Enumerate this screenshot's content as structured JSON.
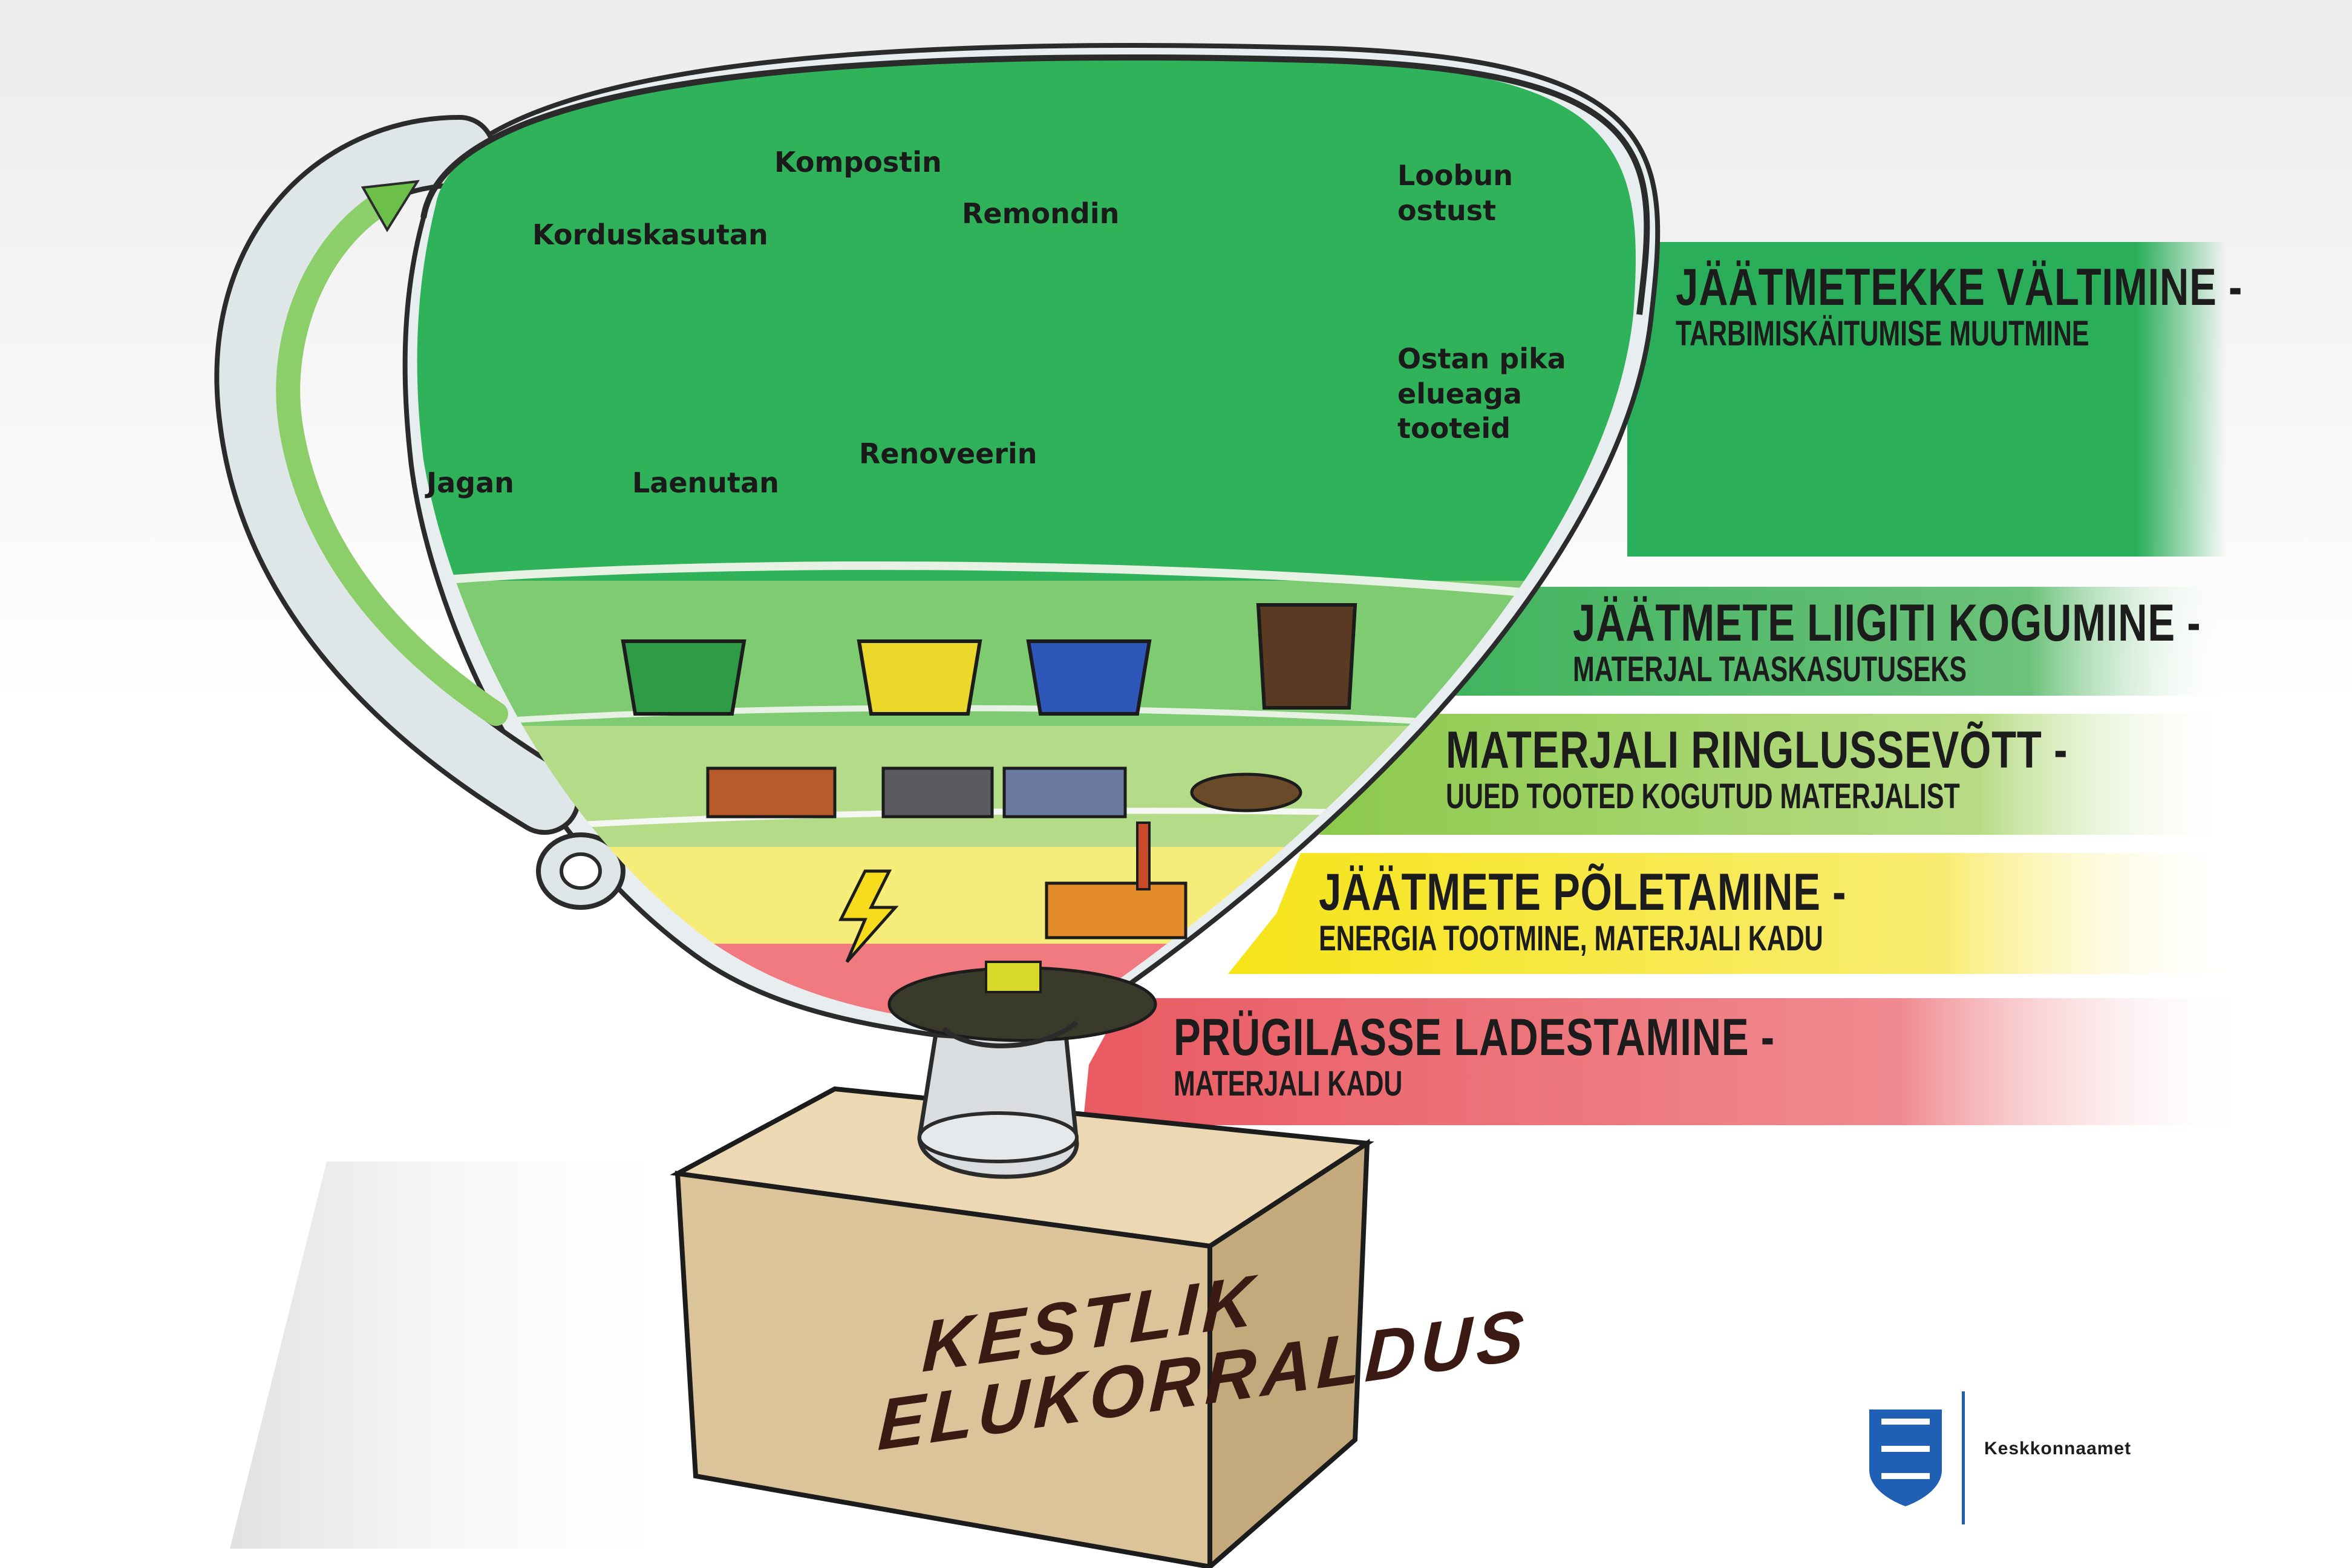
{
  "tiers": [
    {
      "title": "JÄÄTMETEKKE VÄLTIMINE -",
      "subtitle": "TARBIMISKÄITUMISE MUUTMINE",
      "color": "#2aae5a"
    },
    {
      "title": "JÄÄTMETE LIIGITI KOGUMINE -",
      "subtitle": "MATERJAL TAASKASUTUSEKS",
      "color": "#5cbc6a"
    },
    {
      "title": "MATERJALI RINGLUSSEVÕTT -",
      "subtitle": "UUED TOOTED KOGUTUD MATERJALIST",
      "color": "#96cc52"
    },
    {
      "title": "JÄÄTMETE PÕLETAMINE -",
      "subtitle": "ENERGIA TOOTMINE, MATERJALI KADU",
      "color": "#f6e628"
    },
    {
      "title": "PRÜGILASSE LADESTAMINE -",
      "subtitle": "MATERJALI KADU",
      "color": "#ea5a62"
    }
  ],
  "actions": {
    "korduskasutan": "Korduskasutan",
    "kompostin": "Kompostin",
    "remondin": "Remondin",
    "loobun": "Loobun\nostust",
    "jagan": "Jagan",
    "laenutan": "Laenutan",
    "renoveerin": "Renoveerin",
    "ostan": "Ostan pika\nelueaga\ntooteid"
  },
  "base_label": {
    "line1": "KESTLIK",
    "line2": "ELUKORRALDUS"
  },
  "logo": {
    "name": "Keskkonnaamet"
  },
  "colors": {
    "green_dark": "#2aae5a",
    "green_mid": "#5cbc6a",
    "green_light": "#96cc52",
    "yellow": "#f6e628",
    "red": "#ea5a62",
    "box": "#dcc49a",
    "logo_blue": "#1f5fb4"
  }
}
